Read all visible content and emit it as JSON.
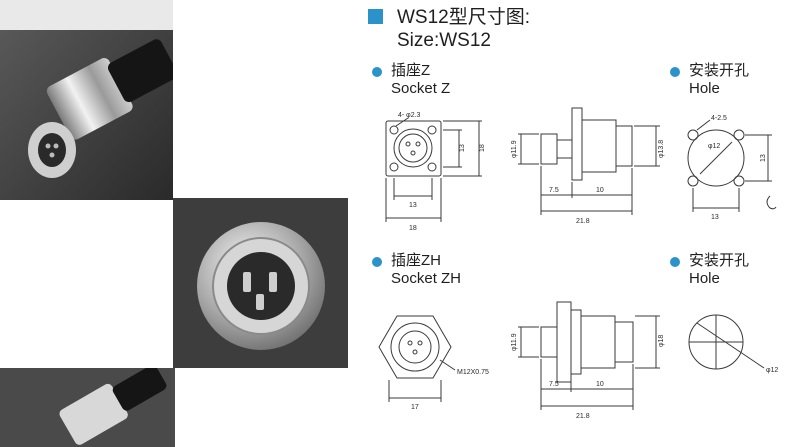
{
  "header": {
    "title_cn": "WS12型尺寸图:",
    "title_en": "Size:WS12"
  },
  "sections": {
    "socket_z": {
      "cn": "插座Z",
      "en": "Socket Z"
    },
    "hole_z": {
      "cn": "安装开孔",
      "en": "Hole"
    },
    "socket_zh": {
      "cn": "插座ZH",
      "en": "Socket ZH"
    },
    "hole_zh": {
      "cn": "安装开孔",
      "en": "Hole"
    }
  },
  "dims": {
    "z_front": {
      "holes": "4- φ2.3",
      "inner_w": "13",
      "outer_w": "18",
      "inner_h": "13",
      "outer_h": "18"
    },
    "z_side": {
      "d_left": "φ11.9",
      "d_right": "φ13.8",
      "len_a": "7.5",
      "len_b": "10",
      "len_total": "21.8"
    },
    "z_hole": {
      "holes": "4-2.5",
      "dia": "φ12",
      "w": "13",
      "h": "13"
    },
    "zh_front": {
      "thread": "M12X0.75",
      "w": "17"
    },
    "zh_side": {
      "d_left": "φ11.9",
      "d_right": "φ18",
      "len_a": "7.5",
      "len_b": "10",
      "len_total": "21.8"
    },
    "zh_hole": {
      "dia": "φ12"
    }
  },
  "colors": {
    "accent": "#2b93c9",
    "line": "#3a3a3a"
  }
}
